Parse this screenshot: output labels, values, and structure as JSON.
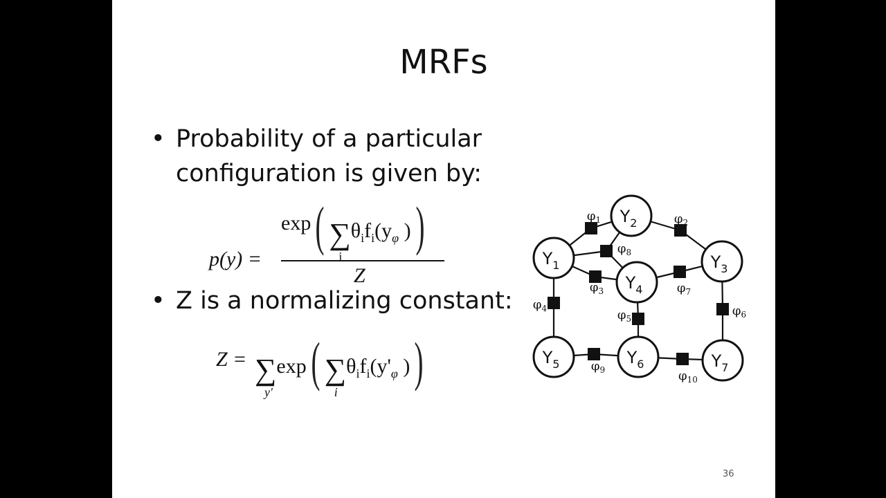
{
  "title": "MRFs",
  "bullets": [
    "Probability of a particular",
    "configuration is given by:",
    "Z is a normalizing constant:"
  ],
  "bullet_symbol": "•",
  "eq1": {
    "lhs": "p(y) =",
    "numerator_fn": "exp",
    "theta_f": "θ",
    "sub_i": "i",
    "f": "f",
    "arg": "(y",
    "arg_sub": "φ",
    "close": ")",
    "sum_index": "i",
    "denominator": "Z"
  },
  "eq2": {
    "lhs": "Z =",
    "outer_index": "y'",
    "fn": "exp",
    "inner_index": "i",
    "arg": "(y'",
    "arg_sub": "φ",
    "close": ")"
  },
  "graph": {
    "nodes": [
      {
        "id": "Y1",
        "label": "Y",
        "sub": "1"
      },
      {
        "id": "Y2",
        "label": "Y",
        "sub": "2"
      },
      {
        "id": "Y3",
        "label": "Y",
        "sub": "3"
      },
      {
        "id": "Y4",
        "label": "Y",
        "sub": "4"
      },
      {
        "id": "Y5",
        "label": "Y",
        "sub": "5"
      },
      {
        "id": "Y6",
        "label": "Y",
        "sub": "6"
      },
      {
        "id": "Y7",
        "label": "Y",
        "sub": "7"
      }
    ],
    "factors": [
      {
        "label": "φ",
        "sub": "1",
        "connects": [
          "Y1",
          "Y2"
        ]
      },
      {
        "label": "φ",
        "sub": "2",
        "connects": [
          "Y2",
          "Y3"
        ]
      },
      {
        "label": "φ",
        "sub": "3",
        "connects": [
          "Y1",
          "Y4"
        ]
      },
      {
        "label": "φ",
        "sub": "4",
        "connects": [
          "Y1",
          "Y5"
        ]
      },
      {
        "label": "φ",
        "sub": "5",
        "connects": [
          "Y4",
          "Y6"
        ]
      },
      {
        "label": "φ",
        "sub": "6",
        "connects": [
          "Y3",
          "Y7"
        ]
      },
      {
        "label": "φ",
        "sub": "7",
        "connects": [
          "Y4",
          "Y3"
        ]
      },
      {
        "label": "φ",
        "sub": "8",
        "connects": [
          "Y1",
          "Y2",
          "Y4"
        ]
      },
      {
        "label": "φ",
        "sub": "9",
        "connects": [
          "Y5",
          "Y6"
        ]
      },
      {
        "label": "φ",
        "sub": "10",
        "connects": [
          "Y6",
          "Y7"
        ]
      }
    ]
  },
  "page_number": "36"
}
